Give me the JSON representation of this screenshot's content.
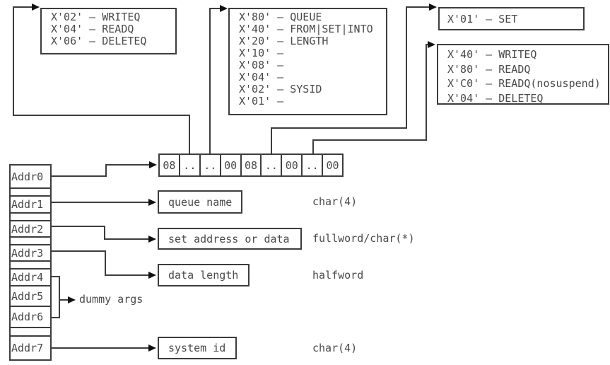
{
  "legend_opcode": {
    "lines": [
      "X'02' — WRITEQ",
      "X'04' — READQ",
      "X'06' — DELETEQ"
    ]
  },
  "legend_arg0_flags": {
    "lines": [
      "X'80' — QUEUE",
      "X'40' — FROM|SET|INTO",
      "X'20' — LENGTH",
      "X'10' —",
      "X'08' —",
      "X'04' —",
      "X'02' — SYSID",
      "X'01' —"
    ]
  },
  "legend_set": {
    "lines": [
      "X'01' — SET"
    ]
  },
  "legend_arg7_flags": {
    "lines": [
      "X'40' — WRITEQ",
      "X'80' — READQ",
      "X'C0' — READQ(nosuspend)",
      "X'04' — DELETEQ"
    ]
  },
  "byte_array": {
    "cells": [
      "08",
      "..",
      "..",
      "00",
      "08",
      "..",
      "00",
      "..",
      "00"
    ]
  },
  "addr_column": {
    "items": [
      "Addr0",
      "Addr1",
      "Addr2",
      "Addr3",
      "Addr4",
      "Addr5",
      "Addr6",
      "Addr7"
    ]
  },
  "param_boxes": {
    "queue_name": {
      "label": "queue name",
      "type": "char(4)"
    },
    "set_address": {
      "label": "set address or data",
      "type": "fullword/char(*)"
    },
    "data_length": {
      "label": "data length",
      "type": "halfword"
    },
    "system_id": {
      "label": "system id",
      "type": "char(4)"
    }
  },
  "dummy_args_label": "dummy args",
  "colors": {
    "line": "#3d3d3d",
    "text": "#4a4a4a",
    "arrowhead": "#111111",
    "background": "#ffffff"
  }
}
